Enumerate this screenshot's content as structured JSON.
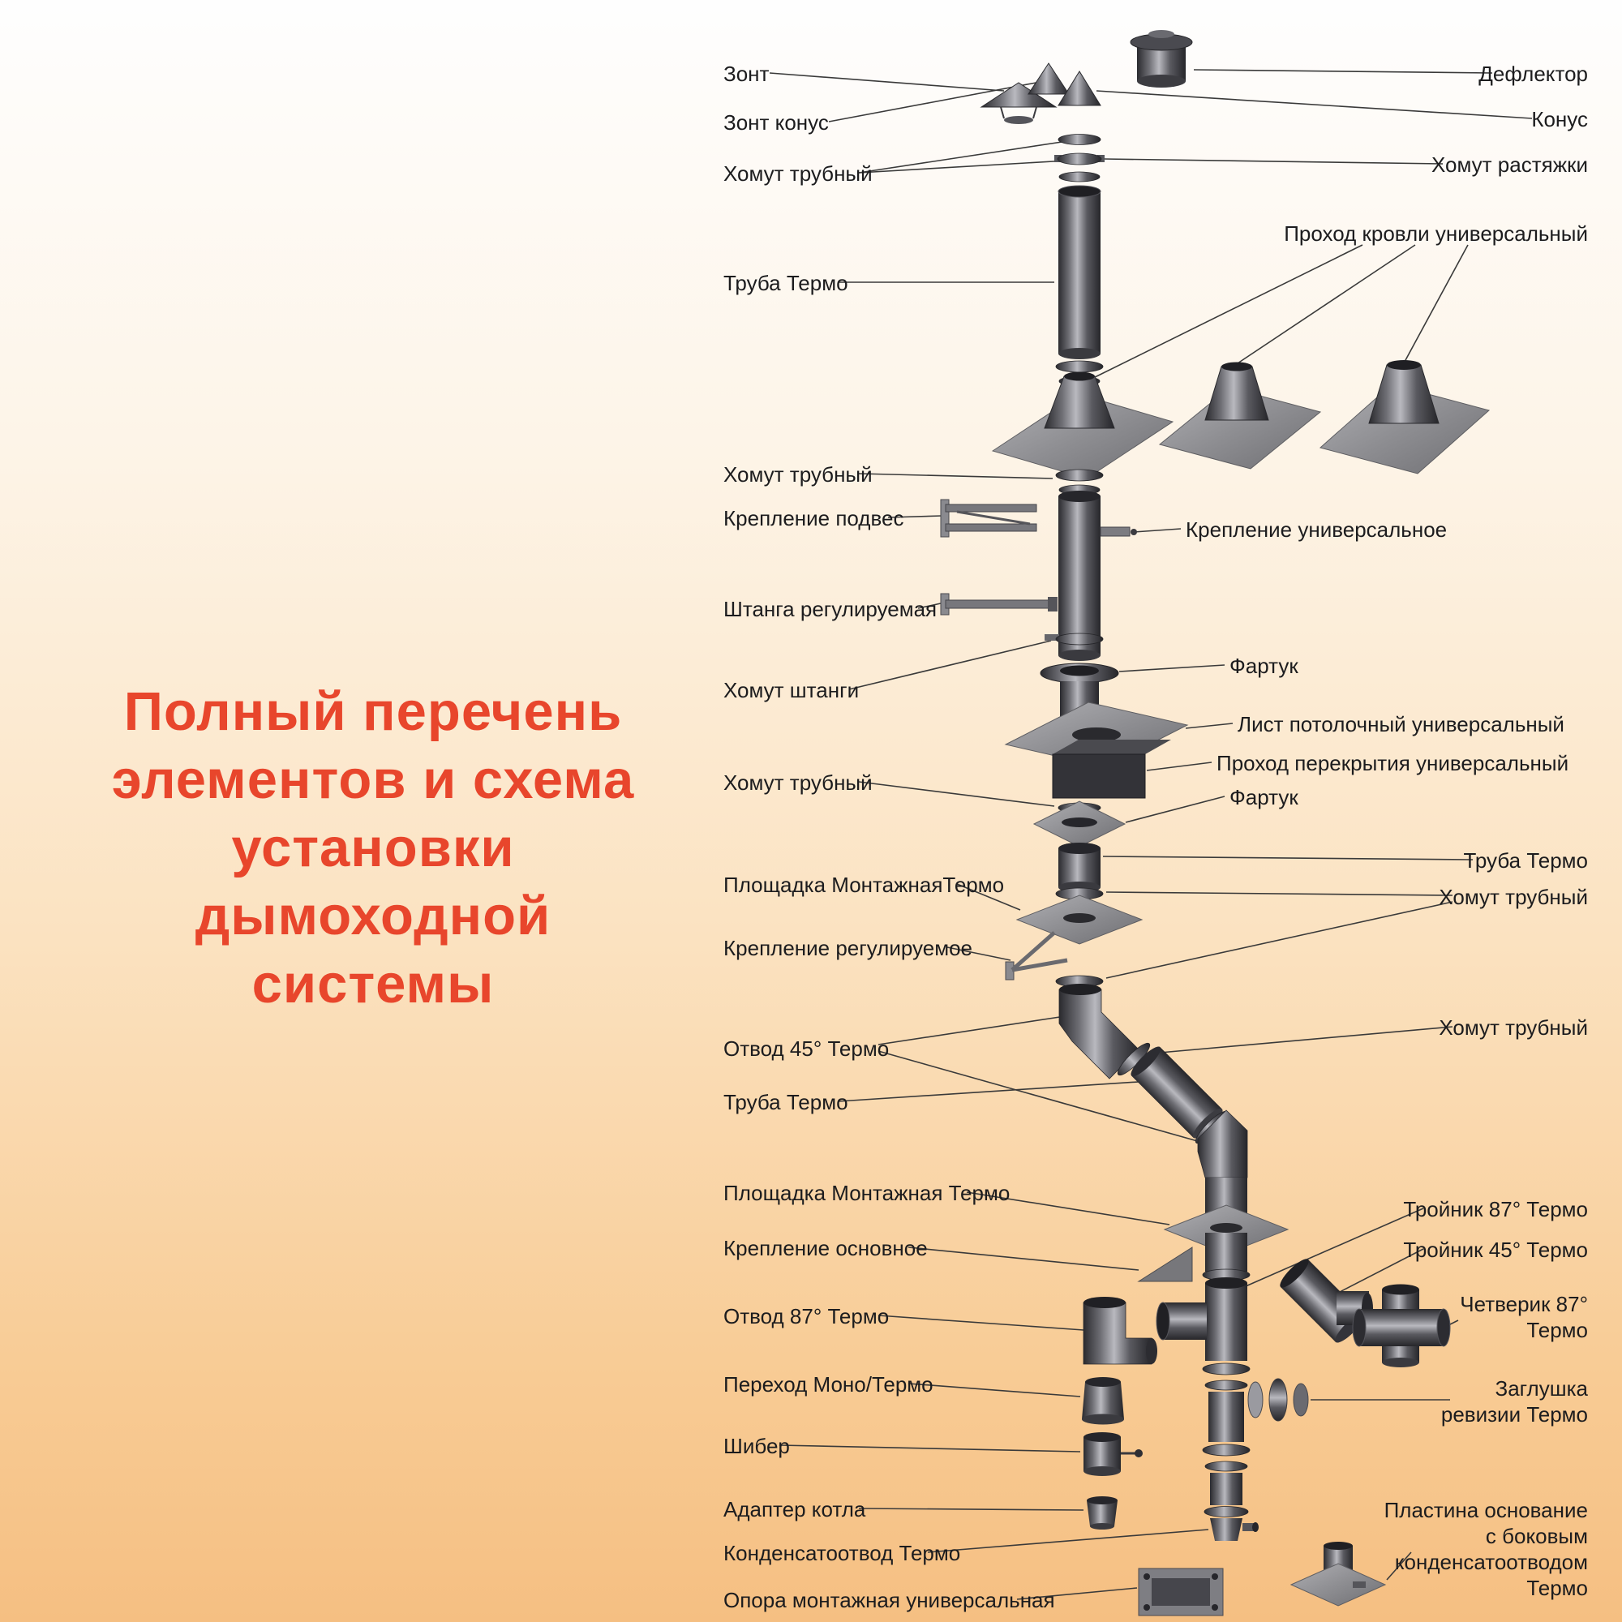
{
  "title": {
    "lines": [
      "Полный перечень",
      "элементов и схема",
      "установки",
      "дымоходной",
      "системы"
    ]
  },
  "labels": {
    "left": [
      "Зонт",
      "Зонт конус",
      "Хомут трубный",
      "Труба Термо",
      "Хомут трубный",
      "Крепление подвес",
      "Штанга регулируемая",
      "Хомут штанги",
      "Хомут трубный",
      "Площадка МонтажнаяТермо",
      "Крепление регулируемое",
      "Отвод 45° Термо",
      "Труба Термо",
      "Площадка Монтажная Термо",
      "Крепление основное",
      "Отвод 87° Термо",
      "Переход Моно/Термо",
      "Шибер",
      "Адаптер котла",
      "Конденсатоотвод Термо",
      "Опора монтажная универсальная"
    ],
    "right": [
      "Дефлектор",
      "Конус",
      "Хомут растяжки",
      "Проход кровли универсальный",
      "Крепление универсальное",
      "Фартук",
      "Лист потолочный универсальный",
      "Проход перекрытия универсальный",
      "Фартук",
      "Труба Термо",
      "Хомут трубный",
      "Хомут трубный",
      "Тройник 87° Термо",
      "Тройник 45° Термо",
      "Четверик 87°\nТермо",
      "Заглушка\nревизии Термо",
      "Пластина основание\nс боковым\nконденсатоотводом\nТермо"
    ]
  },
  "colors": {
    "accent": "#e8462c",
    "background_top": "#fefefe",
    "background_bottom": "#f5bf82",
    "label_text": "#1c1c1e",
    "metal_dark": "#26262a",
    "metal_light": "#b9b9bf"
  }
}
